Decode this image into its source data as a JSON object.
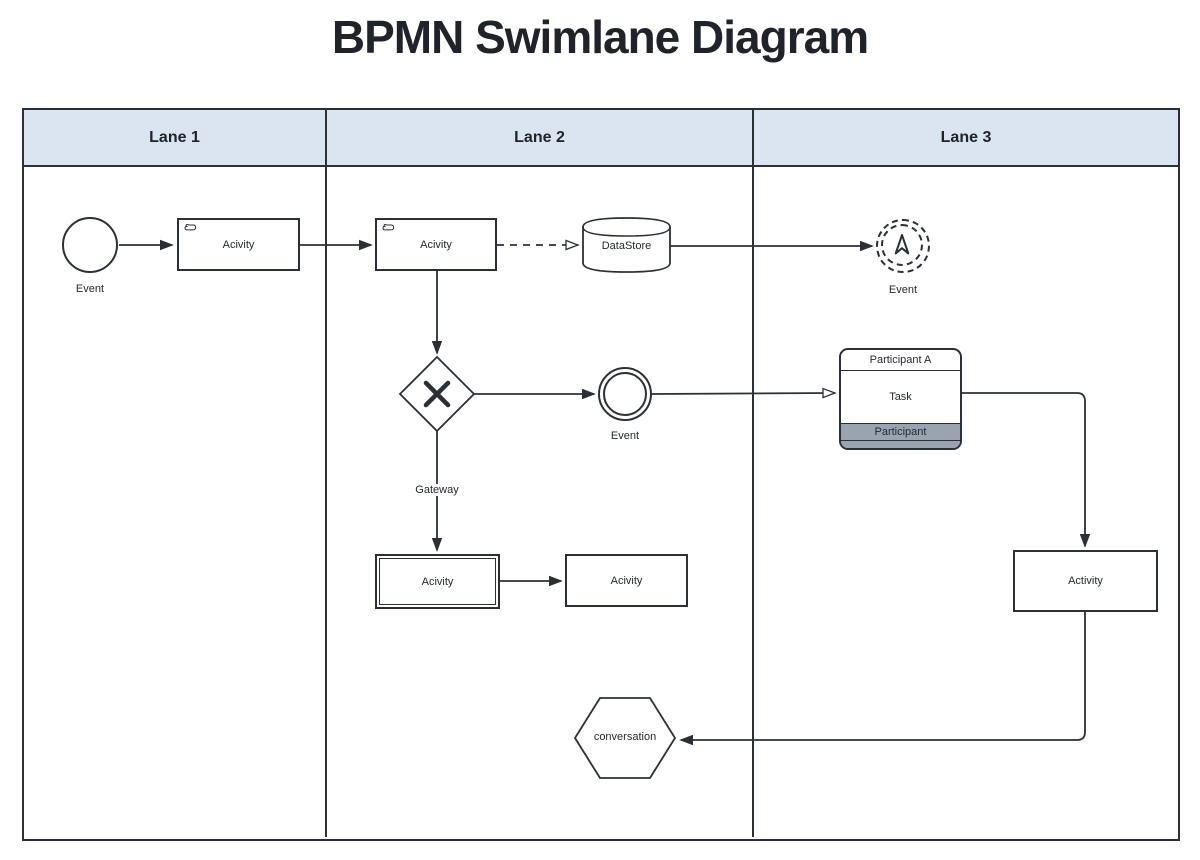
{
  "title": "BPMN Swimlane Diagram",
  "lanes": [
    {
      "label": "Lane 1"
    },
    {
      "label": "Lane 2"
    },
    {
      "label": "Lane 3"
    }
  ],
  "nodes": {
    "start_event": {
      "label": "Event"
    },
    "activity_lane1": {
      "label": "Acivity"
    },
    "activity_lane2": {
      "label": "Acivity"
    },
    "datastore": {
      "label": "DataStore"
    },
    "link_event": {
      "label": "Event"
    },
    "gateway": {
      "label": "Gateway"
    },
    "end_event": {
      "label": "Event"
    },
    "participant_box": {
      "header": "Participant A",
      "task": "Task",
      "participant_row": "Participant"
    },
    "subprocess_activity": {
      "label": "Acivity"
    },
    "activity_lane2b": {
      "label": "Acivity"
    },
    "activity_lane3": {
      "label": "Activity"
    },
    "conversation": {
      "label": "conversation"
    }
  },
  "colors": {
    "lane_header_fill": "#dbe5f1",
    "participant_row_fill": "#9aa4b1",
    "stroke": "#2b3036",
    "node_fill": "#ffffff"
  }
}
